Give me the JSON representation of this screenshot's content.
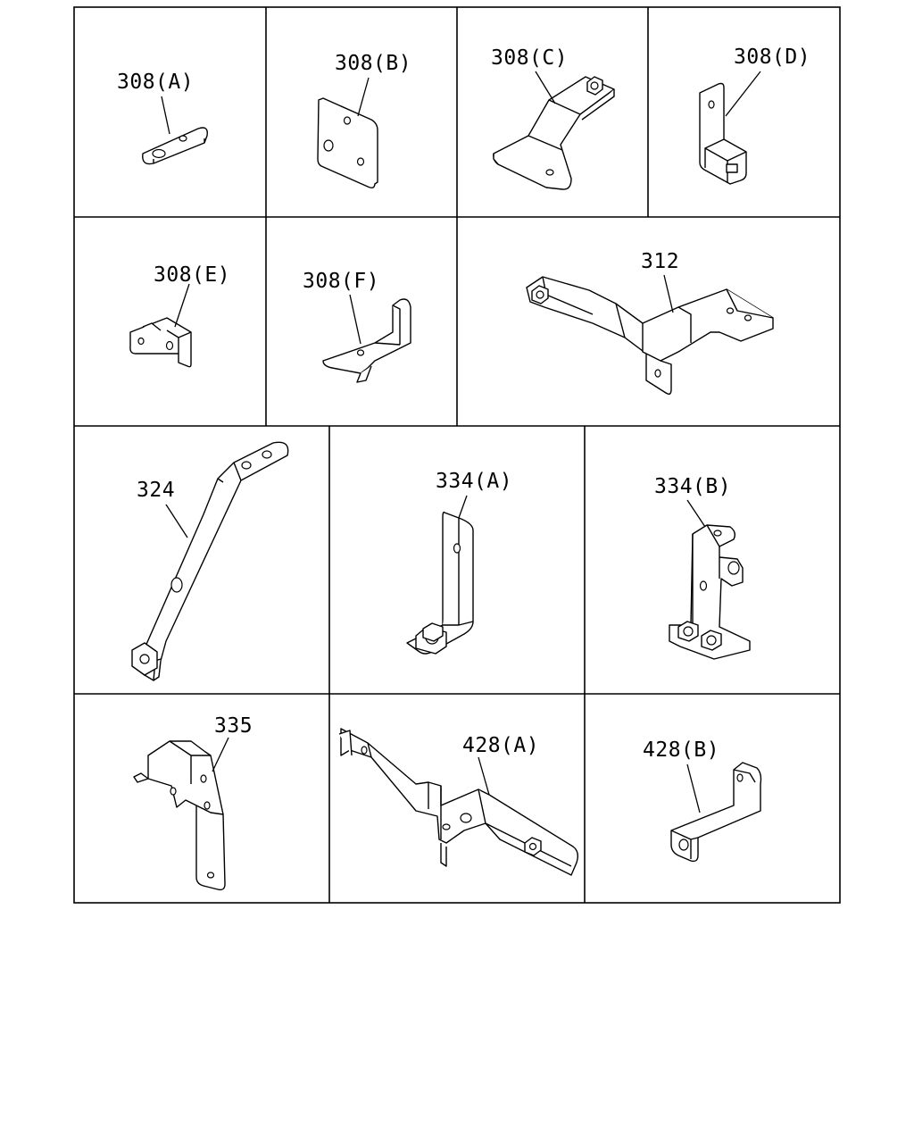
{
  "labels": {
    "p308a": "308(A)",
    "p308b": "308(B)",
    "p308c": "308(C)",
    "p308d": "308(D)",
    "p308e": "308(E)",
    "p308f": "308(F)",
    "p312": "312",
    "p324": "324",
    "p334a": "334(A)",
    "p334b": "334(B)",
    "p335": "335",
    "p428a": "428(A)",
    "p428b": "428(B)"
  },
  "colors": {
    "line": "#000000",
    "background": "#ffffff"
  }
}
